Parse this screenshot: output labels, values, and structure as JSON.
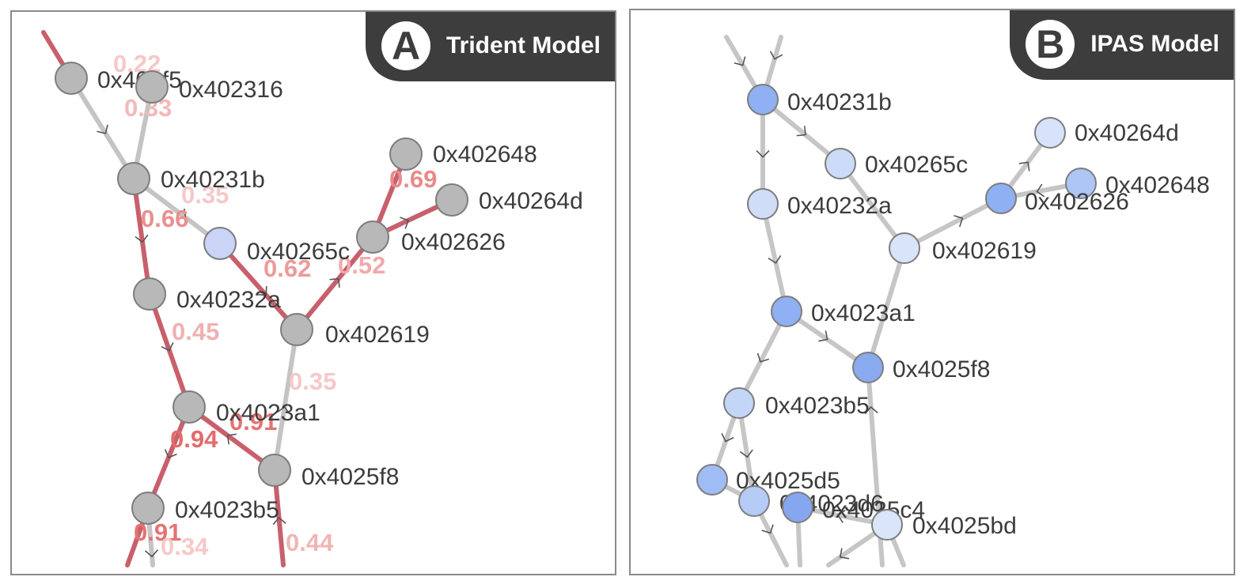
{
  "panels": [
    {
      "letter": "A",
      "title": "Trident Model",
      "nodes": [
        {
          "id": "0x402f5",
          "label": "0x402f5",
          "fill": "#b8b8b8"
        },
        {
          "id": "0x402316",
          "label": "0x402316",
          "fill": "#b8b8b8"
        },
        {
          "id": "0x40231b",
          "label": "0x40231b",
          "fill": "#b8b8b8"
        },
        {
          "id": "0x40265c",
          "label": "0x40265c",
          "fill": "#c9d4f6"
        },
        {
          "id": "0x402648",
          "label": "0x402648",
          "fill": "#b8b8b8"
        },
        {
          "id": "0x40264d",
          "label": "0x40264d",
          "fill": "#b8b8b8"
        },
        {
          "id": "0x402626",
          "label": "0x402626",
          "fill": "#b8b8b8"
        },
        {
          "id": "0x40232a",
          "label": "0x40232a",
          "fill": "#b8b8b8"
        },
        {
          "id": "0x402619",
          "label": "0x402619",
          "fill": "#b8b8b8"
        },
        {
          "id": "0x4023a1",
          "label": "0x4023a1",
          "fill": "#b8b8b8"
        },
        {
          "id": "0x4025f8",
          "label": "0x4025f8",
          "fill": "#b8b8b8"
        },
        {
          "id": "0x4023b5",
          "label": "0x4023b5",
          "fill": "#b8b8b8"
        }
      ],
      "edge_labels": [
        {
          "text": "0.22",
          "color": "#f6c8c8"
        },
        {
          "text": "0.33",
          "color": "#f3b9b9"
        },
        {
          "text": "0.35",
          "color": "#f6c8c8"
        },
        {
          "text": "0.66",
          "color": "#ea8f8f"
        },
        {
          "text": "0.69",
          "color": "#e98a8a"
        },
        {
          "text": "0.62",
          "color": "#ed9a9a"
        },
        {
          "text": "0.52",
          "color": "#f0aaaa"
        },
        {
          "text": "0.45",
          "color": "#f1b0b0"
        },
        {
          "text": "0.35",
          "color": "#f6c8c8"
        },
        {
          "text": "0.91",
          "color": "#e57373"
        },
        {
          "text": "0.94",
          "color": "#e36b6b"
        },
        {
          "text": "0.91",
          "color": "#e57373"
        },
        {
          "text": "0.34",
          "color": "#f6c8c8"
        },
        {
          "text": "0.44",
          "color": "#f1b4b4"
        }
      ]
    },
    {
      "letter": "B",
      "title": "IPAS Model",
      "nodes": [
        {
          "id": "0x40231b",
          "label": "0x40231b",
          "fill": "#8fb0f2"
        },
        {
          "id": "0x40265c",
          "label": "0x40265c",
          "fill": "#cbdbf8"
        },
        {
          "id": "0x40264d",
          "label": "0x40264d",
          "fill": "#d7e3fa"
        },
        {
          "id": "0x402648",
          "label": "0x402648",
          "fill": "#adc6f5"
        },
        {
          "id": "0x402626",
          "label": "0x402626",
          "fill": "#8fb0f2"
        },
        {
          "id": "0x40232a",
          "label": "0x40232a",
          "fill": "#cfddf8"
        },
        {
          "id": "0x402619",
          "label": "0x402619",
          "fill": "#d8e4fa"
        },
        {
          "id": "0x4023a1",
          "label": "0x4023a1",
          "fill": "#8fb0f2"
        },
        {
          "id": "0x4025f8",
          "label": "0x4025f8",
          "fill": "#8aaaf0"
        },
        {
          "id": "0x4023b5",
          "label": "0x4023b5",
          "fill": "#c4d6f7"
        },
        {
          "id": "0x4025d5",
          "label": "0x4025d5",
          "fill": "#9fbcf4"
        },
        {
          "id": "0x4023d6",
          "label": "0x4023d6",
          "fill": "#b6cbf6"
        },
        {
          "id": "0x4025c4",
          "label": "0x4025c4",
          "fill": "#86a6ef"
        },
        {
          "id": "0x4025bd",
          "label": "0x4025bd",
          "fill": "#dae5fa"
        }
      ]
    }
  ]
}
